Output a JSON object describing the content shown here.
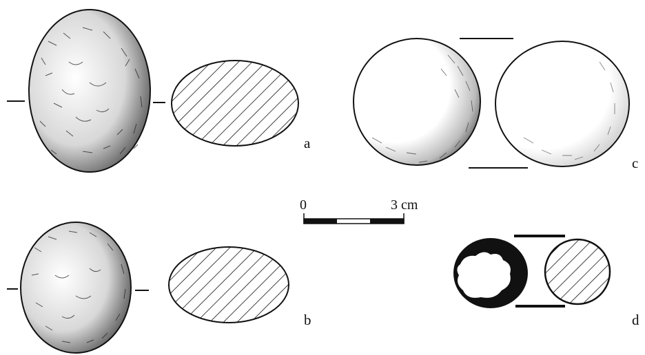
{
  "figure": {
    "labels": {
      "a": "a",
      "b": "b",
      "c": "c",
      "d": "d"
    },
    "scale_bar": {
      "start_label": "0",
      "end_label": "3 cm"
    },
    "colors": {
      "ink": "#111111",
      "paper": "#ffffff"
    }
  }
}
